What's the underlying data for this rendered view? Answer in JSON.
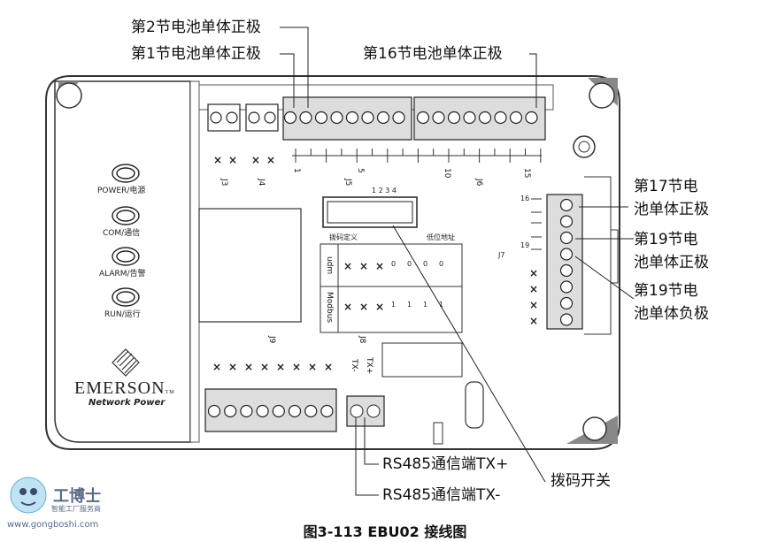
{
  "callouts": {
    "cell2_pos": "第2节电池单体正极",
    "cell1_pos": "第1节电池单体正极",
    "cell16_pos": "第16节电池单体正极",
    "cell17_pos_a": "第17节电",
    "cell17_pos_b": "池单体正极",
    "cell19_pos_a": "第19节电",
    "cell19_pos_b": "池单体正极",
    "cell19_neg_a": "第19节电",
    "cell19_neg_b": "池单体负极",
    "rs485_tx_plus": "RS485通信端TX+",
    "rs485_tx_minus": "RS485通信端TX-",
    "dip_switch": "拨码开关"
  },
  "leds": [
    {
      "label": "POWER/电源"
    },
    {
      "label": "COM/通信"
    },
    {
      "label": "ALARM/告警"
    },
    {
      "label": "RUN/运行"
    }
  ],
  "logo": {
    "brand": "EMERSON",
    "tm": "TM",
    "sub": "Network Power"
  },
  "connectors": {
    "j3": "J3",
    "j4": "J4",
    "j5": "J5",
    "j6": "J6",
    "j7": "J7",
    "j8": "J8",
    "j9": "J9",
    "pin1": "1",
    "pin5": "5",
    "pin10": "10",
    "pin15": "15",
    "pin16": "16",
    "pin19": "19",
    "tx_minus": "TX-",
    "tx_plus": "TX+",
    "x": "×"
  },
  "dip_table": {
    "switch_numbers": "1 2 3 4",
    "col_header_left": "拨码定义",
    "col_header_right": "低位地址",
    "rows": [
      {
        "label": "udm",
        "values": [
          "×",
          "×",
          "×",
          "0",
          "0",
          "0",
          "0"
        ]
      },
      {
        "label": "Modbus",
        "values": [
          "×",
          "×",
          "×",
          "1",
          "1",
          "1",
          "1"
        ]
      }
    ]
  },
  "watermark": {
    "brand": "工博士",
    "sub": "智能工厂服务商",
    "url": "www.gongboshi.com"
  },
  "caption": "图3-113    EBU02 接线图"
}
